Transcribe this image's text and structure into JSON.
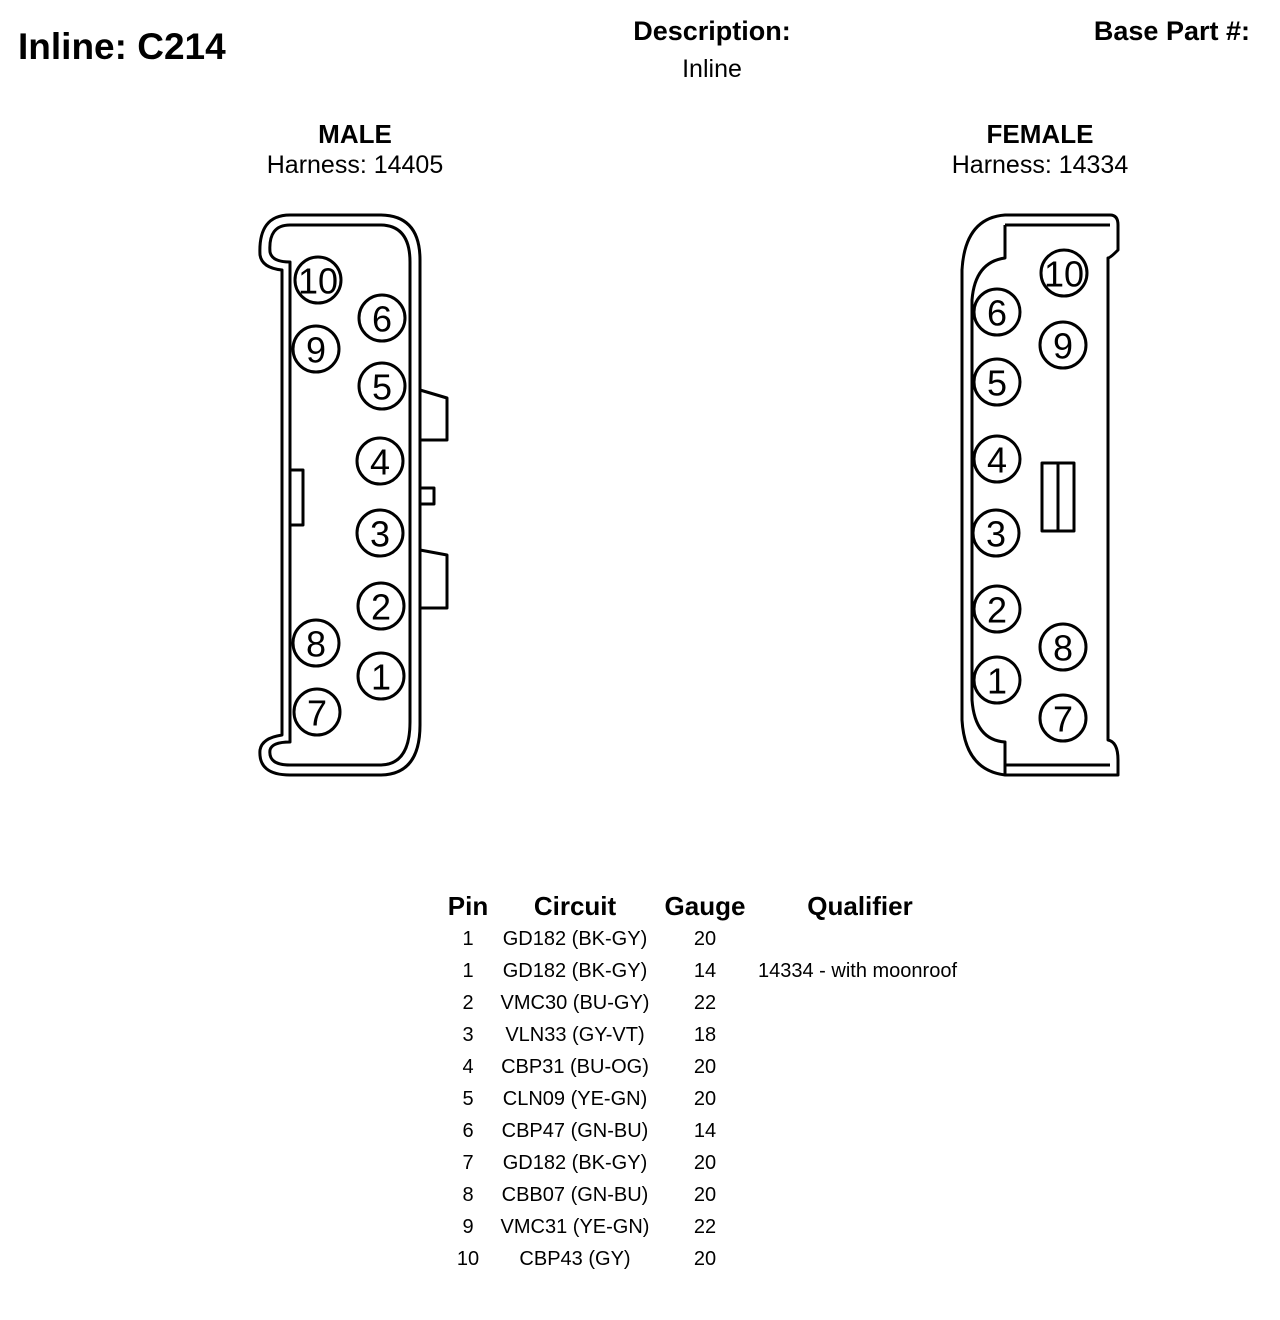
{
  "header": {
    "title": "Inline: C214",
    "description_label": "Description:",
    "description_value": "Inline",
    "base_part_label": "Base Part #:"
  },
  "male": {
    "label": "MALE",
    "harness": "Harness: 14405",
    "pins": [
      "10",
      "9",
      "6",
      "5",
      "4",
      "3",
      "2",
      "8",
      "1",
      "7"
    ]
  },
  "female": {
    "label": "FEMALE",
    "harness": "Harness: 14334",
    "pins": [
      "10",
      "9",
      "6",
      "5",
      "4",
      "3",
      "2",
      "8",
      "1",
      "7"
    ]
  },
  "table": {
    "headers": {
      "pin": "Pin",
      "circuit": "Circuit",
      "gauge": "Gauge",
      "qualifier": "Qualifier"
    },
    "rows": [
      {
        "pin": "1",
        "circuit": "GD182 (BK-GY)",
        "gauge": "20",
        "qualifier": ""
      },
      {
        "pin": "1",
        "circuit": "GD182 (BK-GY)",
        "gauge": "14",
        "qualifier": "14334 - with moonroof"
      },
      {
        "pin": "2",
        "circuit": "VMC30 (BU-GY)",
        "gauge": "22",
        "qualifier": ""
      },
      {
        "pin": "3",
        "circuit": "VLN33 (GY-VT)",
        "gauge": "18",
        "qualifier": ""
      },
      {
        "pin": "4",
        "circuit": "CBP31 (BU-OG)",
        "gauge": "20",
        "qualifier": ""
      },
      {
        "pin": "5",
        "circuit": "CLN09 (YE-GN)",
        "gauge": "20",
        "qualifier": ""
      },
      {
        "pin": "6",
        "circuit": "CBP47 (GN-BU)",
        "gauge": "14",
        "qualifier": ""
      },
      {
        "pin": "7",
        "circuit": "GD182 (BK-GY)",
        "gauge": "20",
        "qualifier": ""
      },
      {
        "pin": "8",
        "circuit": "CBB07 (GN-BU)",
        "gauge": "20",
        "qualifier": ""
      },
      {
        "pin": "9",
        "circuit": "VMC31 (YE-GN)",
        "gauge": "22",
        "qualifier": ""
      },
      {
        "pin": "10",
        "circuit": "CBP43 (GY)",
        "gauge": "20",
        "qualifier": ""
      }
    ]
  }
}
